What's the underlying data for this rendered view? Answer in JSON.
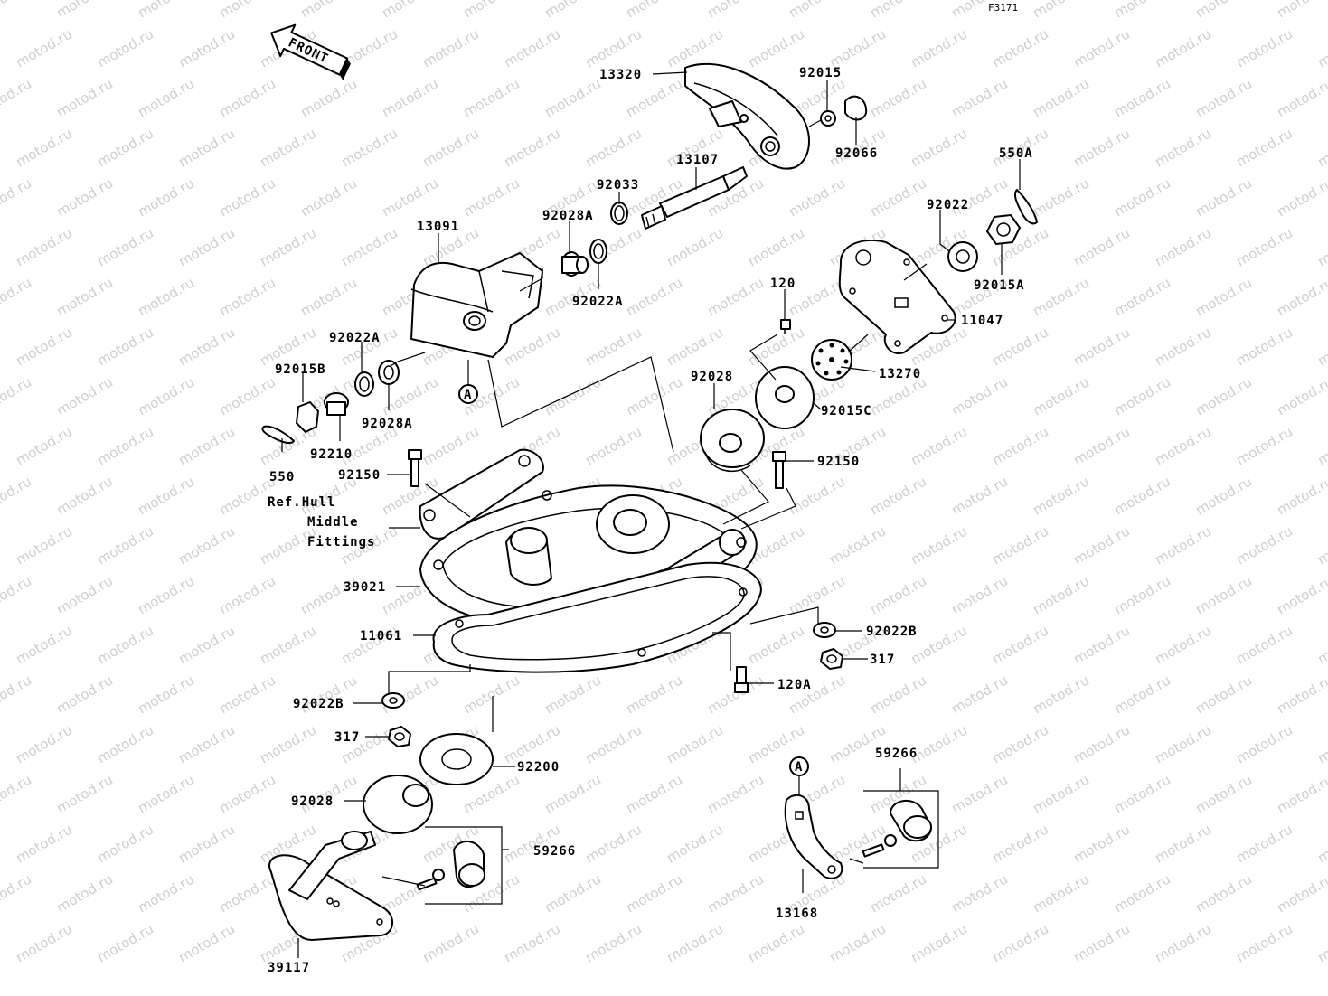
{
  "diagram_code": "F3171",
  "front_label": "FRONT",
  "watermark": "motod.ru",
  "ref_note": [
    "Ref.Hull",
    "Middle",
    "Fittings"
  ],
  "callouts": [
    "13320",
    "92015",
    "92066",
    "13107",
    "550A",
    "92033",
    "92028A",
    "92022",
    "13091",
    "92015A",
    "92022A",
    "120",
    "11047",
    "92022A",
    "92015B",
    "13270",
    "92028",
    "92210",
    "92028A",
    "92015C",
    "550",
    "92150",
    "92150",
    "39021",
    "11061",
    "92022B",
    "317",
    "120A",
    "92022B",
    "317",
    "92200",
    "59266",
    "92028",
    "59266",
    "13168",
    "39117"
  ],
  "marker_letters": [
    "A",
    "A"
  ]
}
